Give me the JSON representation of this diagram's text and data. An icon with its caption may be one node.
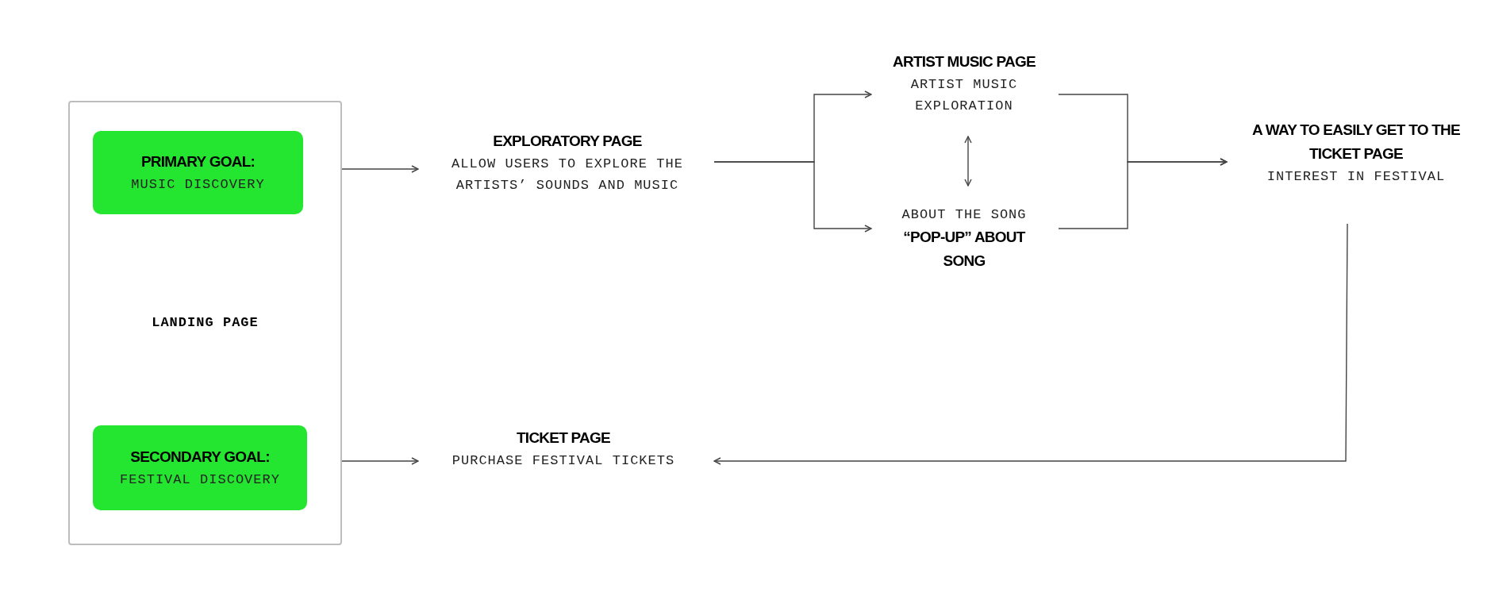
{
  "diagram": {
    "nodes": [
      {
        "text": [
          "LANDING PAGE"
        ]
      },
      {
        "text": [
          "PRIMARY GOAL:",
          "MUSIC DISCOVERY"
        ],
        "in": 0
      },
      {
        "text": [
          "SECONDARY GOAL:",
          "FESTIVAL DISCOVERY"
        ],
        "in": 0
      },
      {
        "text": [
          "EXPLORATORY PAGE",
          "ALLOW USERS TO EXPLORE THE ARTISTS’ SOUNDS AND MUSIC"
        ]
      },
      {
        "text": [
          "ARTIST MUSIC PAGE",
          "ARTIST MUSIC EXPLORATION"
        ]
      },
      {
        "text": [
          "ABOUT THE SONG",
          "“POP-UP” ABOUT SONG"
        ]
      },
      {
        "text": [
          "A WAY TO EASILY GET TO THE TICKET PAGE",
          "INTEREST IN FESTIVAL"
        ]
      },
      {
        "text": [
          "TICKET PAGE",
          "PURCHASE FESTIVAL TICKETS"
        ]
      }
    ],
    "edges": [
      {
        "from": 1,
        "to": 3,
        "arrow": "to"
      },
      {
        "from": 3,
        "to": 4,
        "arrow": "to"
      },
      {
        "from": 3,
        "to": 5,
        "arrow": "to"
      },
      {
        "from": 4,
        "to": 5,
        "arrow": "both"
      },
      {
        "from": 4,
        "to": 6,
        "arrow": "to"
      },
      {
        "from": 5,
        "to": 6,
        "arrow": "to"
      },
      {
        "from": 6,
        "to": 7,
        "arrow": "to"
      },
      {
        "from": 2,
        "to": 7,
        "arrow": "to"
      }
    ]
  }
}
